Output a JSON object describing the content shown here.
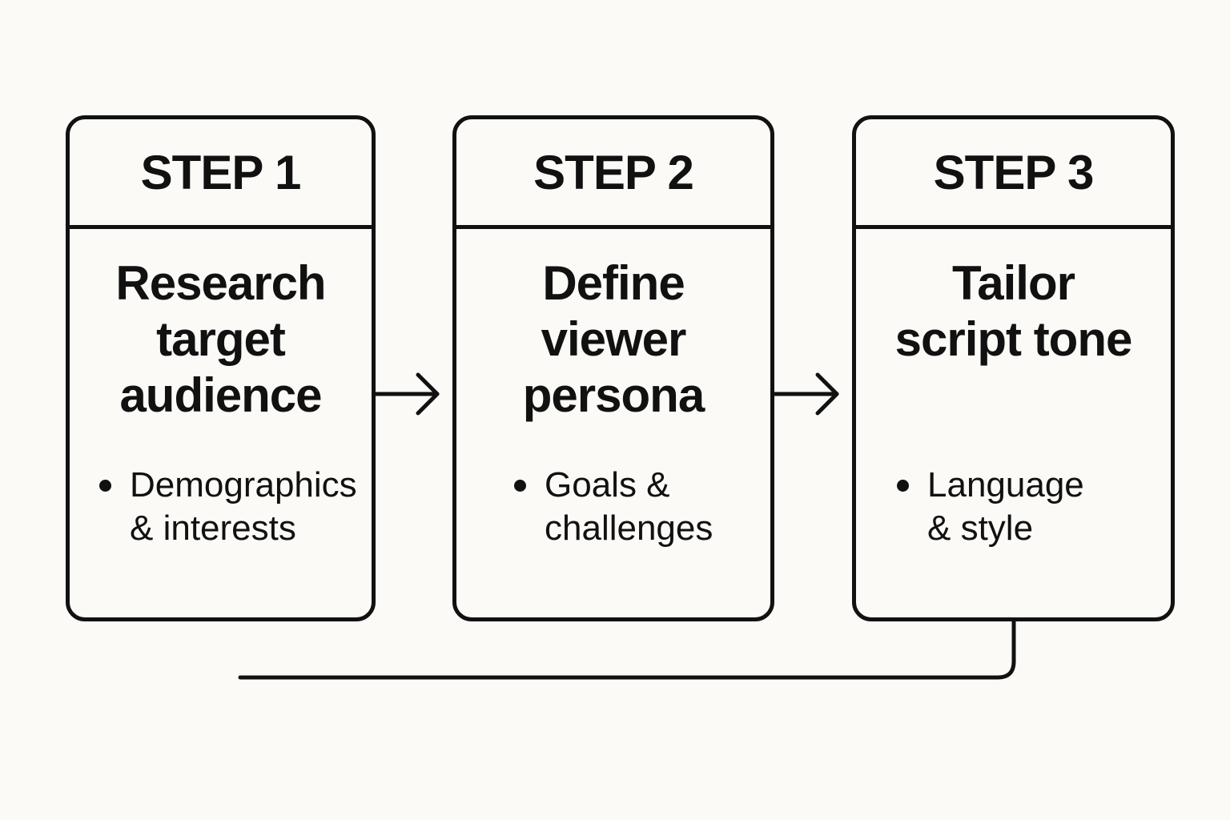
{
  "steps": [
    {
      "label": "STEP 1",
      "title": "Research\ntarget\naudience",
      "bullet": "Demographics\n& interests"
    },
    {
      "label": "STEP 2",
      "title": "Define\nviewer\npersona",
      "bullet": "Goals &\nchallenges"
    },
    {
      "label": "STEP 3",
      "title": "Tailor\nscript tone",
      "bullet": "Language\n& style"
    }
  ],
  "colors": {
    "stroke": "#111111",
    "background": "#fbfaf6"
  },
  "connectors": [
    {
      "from": "step-1",
      "to": "step-2",
      "type": "arrow"
    },
    {
      "from": "step-2",
      "to": "step-3",
      "type": "arrow"
    },
    {
      "from": "step-3",
      "to": "none",
      "type": "return-line"
    }
  ]
}
